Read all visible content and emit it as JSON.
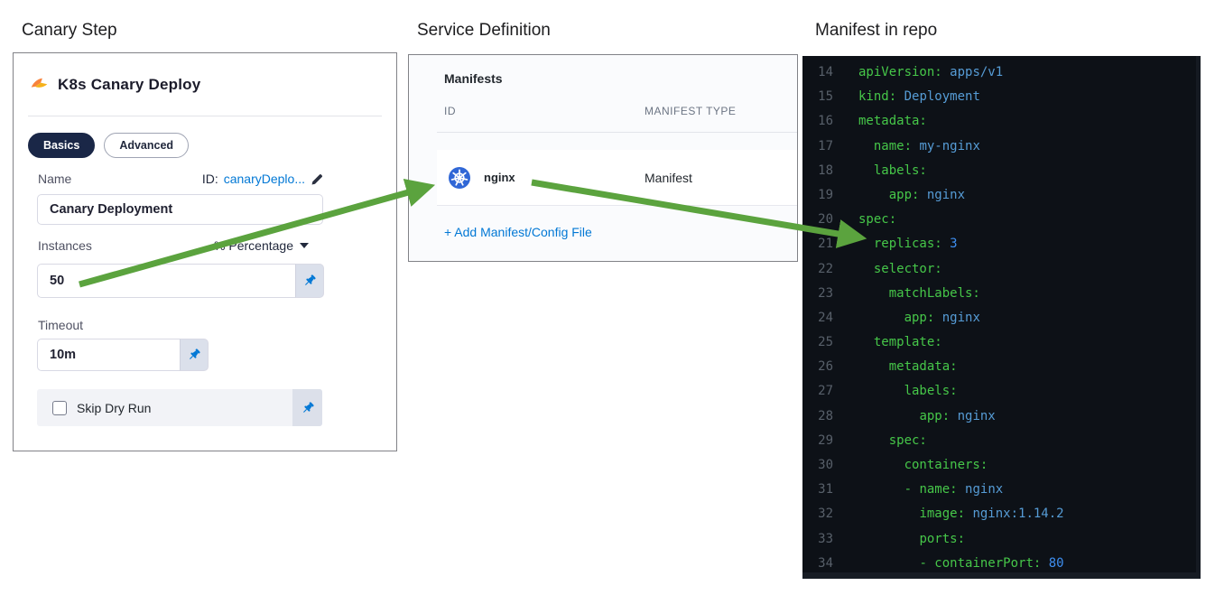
{
  "headings": {
    "panel1": "Canary Step",
    "panel2": "Service Definition",
    "panel3": "Manifest in repo"
  },
  "canary_step": {
    "title": "K8s Canary Deploy",
    "icon": "canary-bird-icon",
    "tabs": [
      {
        "label": "Basics",
        "active": true
      },
      {
        "label": "Advanced",
        "active": false
      }
    ],
    "name_field": {
      "label": "Name",
      "id_prefix": "ID:",
      "id_value": "canaryDeplo...",
      "value": "Canary Deployment"
    },
    "instances_field": {
      "label": "Instances",
      "unit_selector": "% Percentage",
      "value": "50"
    },
    "timeout_field": {
      "label": "Timeout",
      "value": "10m"
    },
    "skip_dry_run": {
      "label": "Skip Dry Run",
      "checked": false
    }
  },
  "service_definition": {
    "title": "Manifests",
    "columns": {
      "id": "ID",
      "type": "MANIFEST TYPE"
    },
    "rows": [
      {
        "id": "nginx",
        "type": "Manifest",
        "icon": "kubernetes-icon"
      }
    ],
    "add_link": "+ Add Manifest/Config File"
  },
  "manifest_repo": {
    "lines": [
      {
        "n": 14,
        "indent": 0,
        "dash": false,
        "key": "apiVersion",
        "value": "apps/v1",
        "value_type": "string"
      },
      {
        "n": 15,
        "indent": 0,
        "dash": false,
        "key": "kind",
        "value": "Deployment",
        "value_type": "string"
      },
      {
        "n": 16,
        "indent": 0,
        "dash": false,
        "key": "metadata",
        "value": null
      },
      {
        "n": 17,
        "indent": 2,
        "dash": false,
        "key": "name",
        "value": "my-nginx",
        "value_type": "string"
      },
      {
        "n": 18,
        "indent": 2,
        "dash": false,
        "key": "labels",
        "value": null
      },
      {
        "n": 19,
        "indent": 4,
        "dash": false,
        "key": "app",
        "value": "nginx",
        "value_type": "string"
      },
      {
        "n": 20,
        "indent": 0,
        "dash": false,
        "key": "spec",
        "value": null
      },
      {
        "n": 21,
        "indent": 2,
        "dash": false,
        "key": "replicas",
        "value": "3",
        "value_type": "number"
      },
      {
        "n": 22,
        "indent": 2,
        "dash": false,
        "key": "selector",
        "value": null
      },
      {
        "n": 23,
        "indent": 4,
        "dash": false,
        "key": "matchLabels",
        "value": null
      },
      {
        "n": 24,
        "indent": 6,
        "dash": false,
        "key": "app",
        "value": "nginx",
        "value_type": "string"
      },
      {
        "n": 25,
        "indent": 2,
        "dash": false,
        "key": "template",
        "value": null
      },
      {
        "n": 26,
        "indent": 4,
        "dash": false,
        "key": "metadata",
        "value": null
      },
      {
        "n": 27,
        "indent": 6,
        "dash": false,
        "key": "labels",
        "value": null
      },
      {
        "n": 28,
        "indent": 8,
        "dash": false,
        "key": "app",
        "value": "nginx",
        "value_type": "string"
      },
      {
        "n": 29,
        "indent": 4,
        "dash": false,
        "key": "spec",
        "value": null
      },
      {
        "n": 30,
        "indent": 6,
        "dash": false,
        "key": "containers",
        "value": null
      },
      {
        "n": 31,
        "indent": 6,
        "dash": true,
        "key": "name",
        "value": "nginx",
        "value_type": "string"
      },
      {
        "n": 32,
        "indent": 8,
        "dash": false,
        "key": "image",
        "value": "nginx:1.14.2",
        "value_type": "string"
      },
      {
        "n": 33,
        "indent": 8,
        "dash": false,
        "key": "ports",
        "value": null
      },
      {
        "n": 34,
        "indent": 8,
        "dash": true,
        "key": "containerPort",
        "value": "80",
        "value_type": "number"
      }
    ]
  },
  "colors": {
    "arrow_green": "#5ba33e",
    "link_blue": "#0278d5",
    "active_pill_navy": "#1a2747",
    "kubernetes_blue": "#3067d6",
    "yaml_key_green": "#46c749",
    "yaml_string_blue": "#569cd6",
    "yaml_number_blue": "#3e8ef0",
    "editor_background": "#0d1117",
    "canary_orange": "#f8833c",
    "canary_yellow": "#f6b21b"
  }
}
